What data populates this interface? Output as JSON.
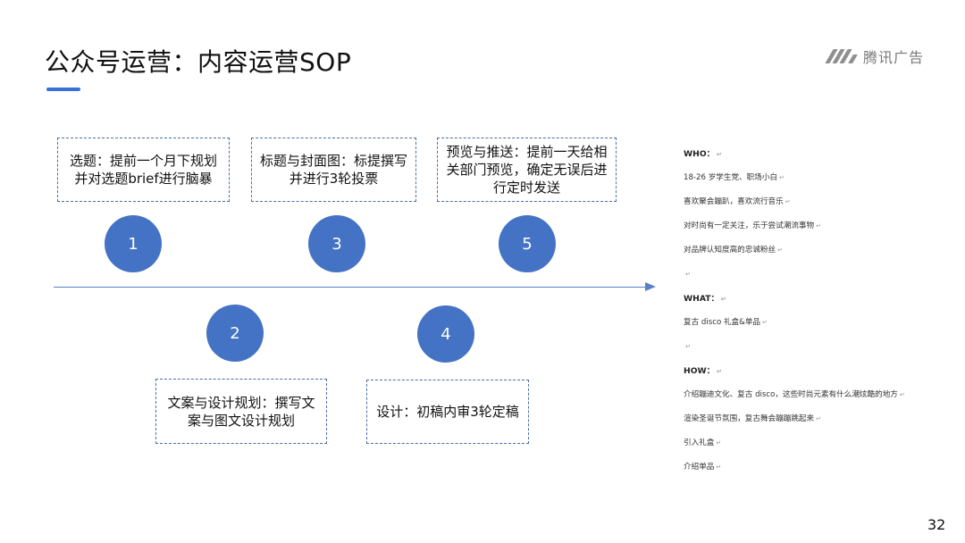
{
  "slide": {
    "title": "公众号运营：内容运营SOP",
    "brand": "腾讯广告",
    "page_number": "32"
  },
  "steps": [
    {
      "number": "1",
      "text": "选题：提前一个月下规划并对选题brief进行脑暴"
    },
    {
      "number": "2",
      "text": "文案与设计规划：撰写文案与图文设计规划"
    },
    {
      "number": "3",
      "text": "标题与封面图：标提撰写并进行3轮投票"
    },
    {
      "number": "4",
      "text": "设计：初稿内审3轮定稿"
    },
    {
      "number": "5",
      "text": "预览与推送：提前一天给相关部门预览，确定无误后进行定时发送"
    }
  ],
  "notes": {
    "who_label": "WHO：",
    "who": [
      "18-26 岁学生党、职场小白",
      "喜欢聚会蹦趴，喜欢流行音乐",
      "对时尚有一定关注，乐于尝试潮流事物",
      "对品牌认知度高的忠诚粉丝"
    ],
    "what_label": "WHAT：",
    "what": [
      "复古 disco 礼盒&单品"
    ],
    "how_label": "HOW：",
    "how": [
      "介绍蹦迪文化、复古 disco，这些时尚元素有什么潮炫酷的地方",
      "渲染圣诞节氛围，复古舞会蹦蹦跳起来",
      "引入礼盒",
      "介绍单品"
    ],
    "para_mark": "↵"
  }
}
